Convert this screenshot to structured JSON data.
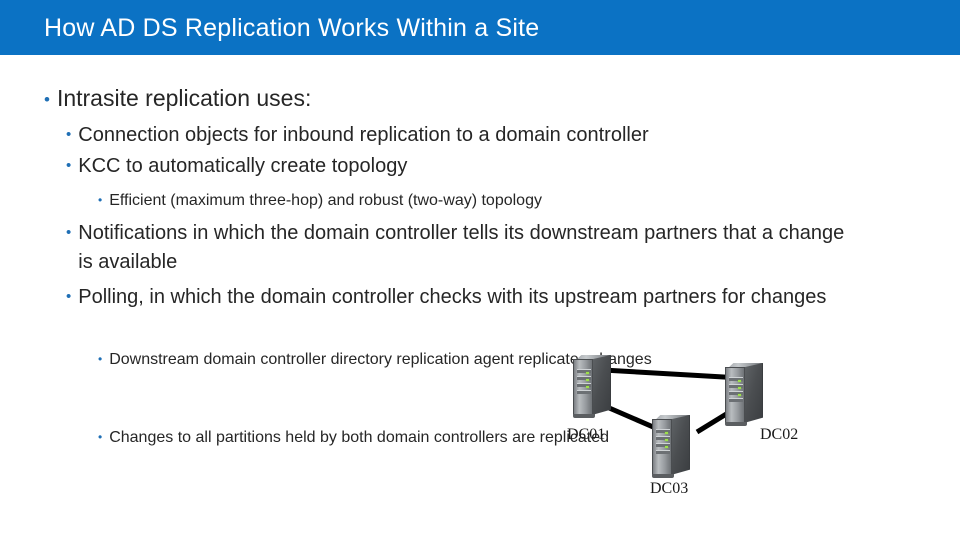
{
  "slide": {
    "title": "How AD DS Replication Works Within a Site",
    "theme": {
      "banner_color": "#0b72c4",
      "bullet_color": "#1f6fb5",
      "text_color": "#262626",
      "background_color": "#ffffff",
      "link_color": "#000000"
    },
    "bullet_glyph": "•"
  },
  "content": {
    "bullets": [
      {
        "id": "intrasite",
        "level": 1,
        "text": "Intrasite replication uses:"
      },
      {
        "id": "connection-objects",
        "level": 2,
        "text": "Connection objects for inbound replication to a domain controller"
      },
      {
        "id": "kcc",
        "level": 2,
        "text": "KCC to automatically create topology"
      },
      {
        "id": "efficient",
        "level": 3,
        "text": "Efficient (maximum three-hop) and robust (two-way) topology"
      },
      {
        "id": "notifications",
        "level": 2,
        "text": "Notifications in which the domain controller tells its downstream partners that a change is available"
      },
      {
        "id": "polling",
        "level": 2,
        "text": "Polling, in which the domain controller checks with its upstream partners for changes"
      },
      {
        "id": "downstream-dra",
        "level": 3,
        "text": "Downstream domain controller directory replication agent replicates changes"
      },
      {
        "id": "changes-partitions",
        "level": 3,
        "text": "Changes to all partitions held by both domain controllers are replicated"
      }
    ]
  },
  "diagram": {
    "type": "topology",
    "description": "Three domain controllers connected in a full-mesh triangle",
    "nodes": [
      {
        "id": "dc01",
        "label": "DC01",
        "icon": "server-tower-icon"
      },
      {
        "id": "dc02",
        "label": "DC02",
        "icon": "server-tower-icon"
      },
      {
        "id": "dc03",
        "label": "DC03",
        "icon": "server-tower-icon"
      }
    ],
    "links": [
      {
        "from": "dc01",
        "to": "dc02"
      },
      {
        "from": "dc01",
        "to": "dc03"
      },
      {
        "from": "dc03",
        "to": "dc02"
      }
    ]
  }
}
